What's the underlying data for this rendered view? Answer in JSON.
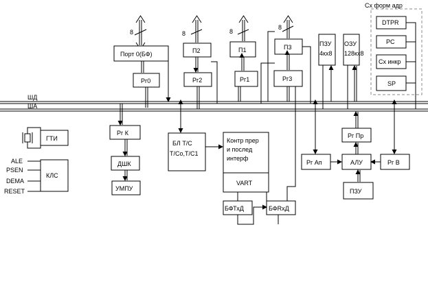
{
  "bus": {
    "data_label": "ШД",
    "addr_label": "ША"
  },
  "bitwidth": "8",
  "blocks": {
    "port0": "Порт 0(БФ)",
    "pr0": "Рг0",
    "p2": "П2",
    "pr2": "Рг2",
    "p1": "П1",
    "pr1": "Рг1",
    "p3": "П3",
    "pr3": "Рг3",
    "pzu_l1": "ПЗУ",
    "pzu_l2": "4кх8",
    "ozu_l1": "ОЗУ",
    "ozu_l2": "128кх8",
    "addr_group_title": "Сх форм адр",
    "dtpr": "DTPR",
    "pc": "PC",
    "sx_inkr": "Сх инкр",
    "sp": "SP",
    "gti": "ГТИ",
    "kls": "КЛС",
    "prk": "Рг К",
    "dshk": "ДШК",
    "umpu": "УМПУ",
    "bl_l1": "БЛ Т/С",
    "bl_l2": "Т/Со,Т/С1",
    "kontr_l1": "Контр прер",
    "kontr_l2": "и послед",
    "kontr_l3": "интерф",
    "vart": "VART",
    "bftxd": "БФТхД",
    "bfrxd": "БФRхД",
    "pran": "Рг Ап",
    "alu": "АЛУ",
    "prb": "Рг В",
    "prpr": "Рг Пр",
    "pzu_bottom": "ПЗУ"
  },
  "kls_signals": [
    "ALE",
    "PSEN",
    "DEMA",
    "RESET"
  ]
}
